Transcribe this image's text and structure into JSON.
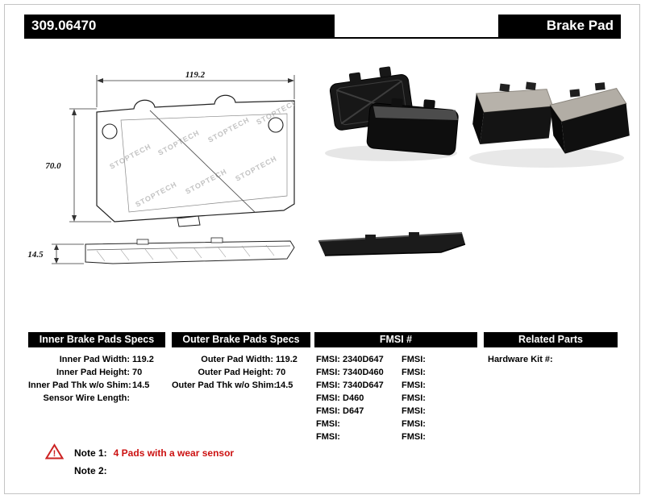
{
  "header": {
    "part_number": "309.06470",
    "product_type": "Brake Pad"
  },
  "drawing": {
    "width_dim": "119.2",
    "height_dim": "70.0",
    "thickness_dim": "14.5",
    "watermark": "STOPTECH"
  },
  "specs": {
    "inner": {
      "title": "Inner Brake Pads Specs",
      "rows": [
        {
          "label": "Inner Pad Width:",
          "value": "119.2"
        },
        {
          "label": "Inner Pad Height:",
          "value": "70"
        },
        {
          "label": "Inner Pad Thk w/o Shim:",
          "value": "14.5"
        },
        {
          "label": "Sensor Wire Length:",
          "value": ""
        }
      ]
    },
    "outer": {
      "title": "Outer Brake Pads Specs",
      "rows": [
        {
          "label": "Outer Pad Width:",
          "value": "119.2"
        },
        {
          "label": "Outer Pad Height:",
          "value": "70"
        },
        {
          "label": "Outer Pad Thk w/o Shim:",
          "value": "14.5"
        }
      ]
    },
    "fmsi": {
      "title": "FMSI #",
      "label": "FMSI:",
      "left": [
        "2340D647",
        "7340D460",
        "7340D647",
        "D460",
        "D647",
        "",
        ""
      ],
      "right": [
        "",
        "",
        "",
        "",
        "",
        "",
        ""
      ]
    },
    "related": {
      "title": "Related Parts",
      "rows": [
        {
          "label": "Hardware Kit #:",
          "value": ""
        }
      ]
    }
  },
  "notes": {
    "warning_glyph": "!",
    "note1_label": "Note 1:",
    "note1_text": "4 Pads with a wear sensor",
    "note2_label": "Note 2:",
    "note2_text": ""
  },
  "colors": {
    "header_bg": "#000000",
    "accent_red": "#cc1111"
  }
}
